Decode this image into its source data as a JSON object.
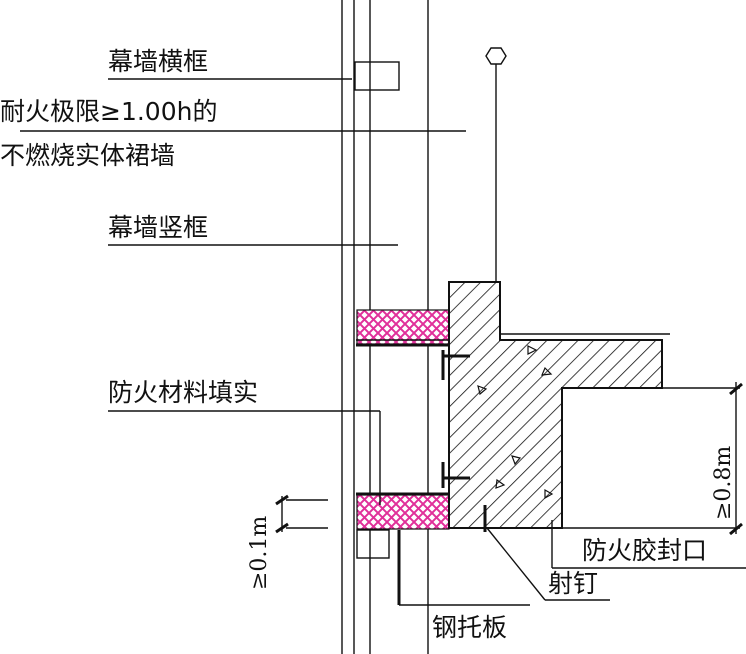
{
  "labels": {
    "transom": "幕墙横框",
    "spandrel_line1": "耐火极限≥1.00h的",
    "spandrel_line2": "不燃烧实体裙墙",
    "mullion": "幕墙竖框",
    "fill": "防火材料填实",
    "seal": "防火胶封口",
    "nail": "射钉",
    "plate": "钢托板"
  },
  "dimensions": {
    "gap": "≥0.1m",
    "height": "≥0.8m"
  },
  "colors": {
    "fire_fill": "#e0309a",
    "line": "#111111"
  }
}
